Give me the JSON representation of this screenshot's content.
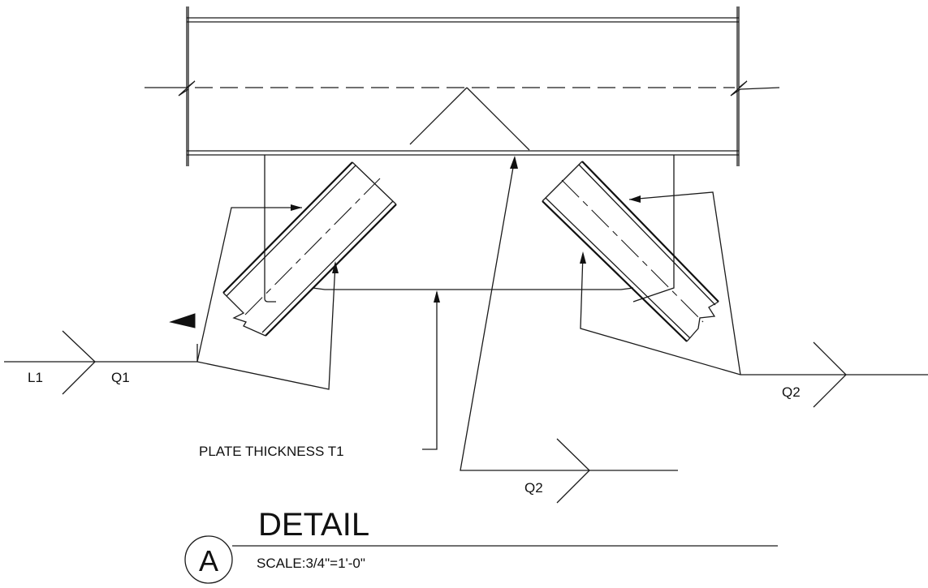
{
  "labels": {
    "weld_left_ref": "L1",
    "weld_left_size": "Q1",
    "weld_right_size": "Q2",
    "weld_center_size": "Q2",
    "plate_note": "PLATE THICKNESS T1"
  },
  "title_block": {
    "detail_id": "A",
    "title": "DETAIL",
    "scale": "SCALE:3/4\"=1'-0\""
  }
}
